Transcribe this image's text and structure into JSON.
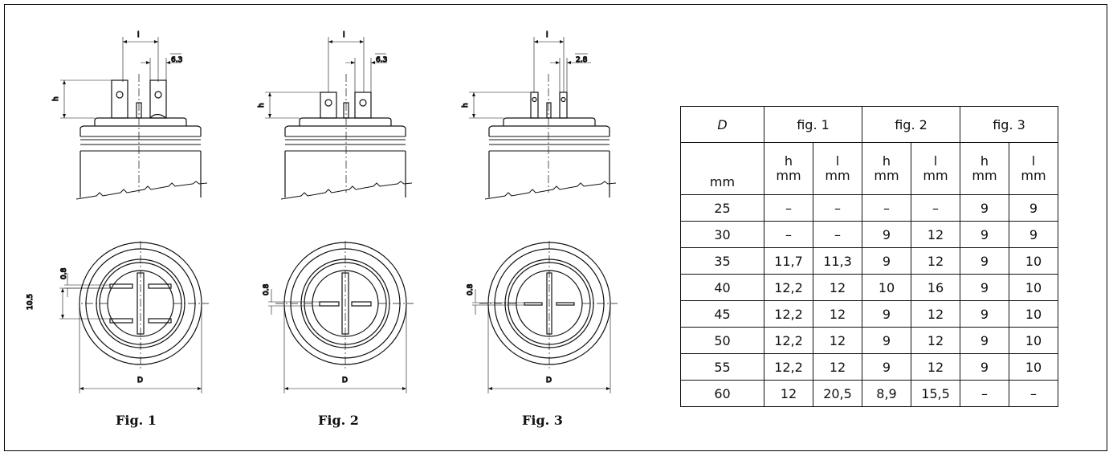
{
  "figures": [
    {
      "caption": "Fig. 1",
      "dim_l": "l",
      "dim_tab": "6.3",
      "dim_h": "h",
      "dim_top": "0.8",
      "dim_side": "10.5",
      "dim_d": "D"
    },
    {
      "caption": "Fig. 2",
      "dim_l": "l",
      "dim_tab": "6.3",
      "dim_h": "h",
      "dim_top": "0.8",
      "dim_d": "D"
    },
    {
      "caption": "Fig. 3",
      "dim_l": "l",
      "dim_tab": "2.8",
      "dim_h": "h",
      "dim_top": "0.8",
      "dim_d": "D"
    }
  ],
  "table": {
    "header": {
      "d_label": "D",
      "d_unit": "mm",
      "groups": [
        "fig. 1",
        "fig. 2",
        "fig. 3"
      ],
      "sub": [
        {
          "sym": "h",
          "unit": "mm"
        },
        {
          "sym": "l",
          "unit": "mm"
        },
        {
          "sym": "h",
          "unit": "mm"
        },
        {
          "sym": "l",
          "unit": "mm"
        },
        {
          "sym": "h",
          "unit": "mm"
        },
        {
          "sym": "l",
          "unit": "mm"
        }
      ]
    },
    "rows": [
      [
        "25",
        "–",
        "–",
        "–",
        "–",
        "9",
        "9"
      ],
      [
        "30",
        "–",
        "–",
        "9",
        "12",
        "9",
        "9"
      ],
      [
        "35",
        "11,7",
        "11,3",
        "9",
        "12",
        "9",
        "10"
      ],
      [
        "40",
        "12,2",
        "12",
        "10",
        "16",
        "9",
        "10"
      ],
      [
        "45",
        "12,2",
        "12",
        "9",
        "12",
        "9",
        "10"
      ],
      [
        "50",
        "12,2",
        "12",
        "9",
        "12",
        "9",
        "10"
      ],
      [
        "55",
        "12,2",
        "12",
        "9",
        "12",
        "9",
        "10"
      ],
      [
        "60",
        "12",
        "20,5",
        "8,9",
        "15,5",
        "–",
        "–"
      ]
    ]
  }
}
